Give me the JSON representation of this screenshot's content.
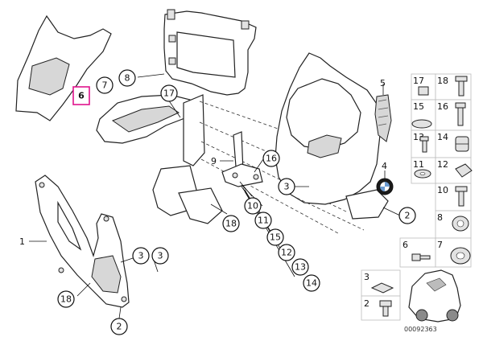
{
  "diagram": {
    "reference_code": "00092363",
    "highlighted_part": "6",
    "highlight_color": "#e0138c",
    "line_color": "#111111",
    "callouts": {
      "c1": "1",
      "c2a": "2",
      "c2b": "2",
      "c3a": "3",
      "c3b": "3",
      "c3c": "3",
      "c4": "4",
      "c5": "5",
      "c6": "6",
      "c7": "7",
      "c8": "8",
      "c9": "9",
      "c10": "10",
      "c11": "11",
      "c12": "12",
      "c13": "13",
      "c14": "14",
      "c15": "15",
      "c16": "16",
      "c17": "17",
      "c18a": "18",
      "c18b": "18"
    },
    "hardware_panel": [
      {
        "label": "17",
        "icon": "nut-icon"
      },
      {
        "label": "18",
        "icon": "screw-icon"
      },
      {
        "label": "15",
        "icon": "washer-icon"
      },
      {
        "label": "16",
        "icon": "screw-icon"
      },
      {
        "label": "13",
        "icon": "screw-icon"
      },
      {
        "label": "14",
        "icon": "grommet-icon"
      },
      {
        "label": "11",
        "icon": "washer-icon"
      },
      {
        "label": "12",
        "icon": "clip-icon"
      },
      {
        "label": "10",
        "icon": "screw-icon"
      },
      {
        "label": "8",
        "icon": "grommet-icon"
      },
      {
        "label": "6",
        "icon": "rivet-icon"
      },
      {
        "label": "7",
        "icon": "grommet-icon"
      },
      {
        "label": "3",
        "icon": "speed-nut-icon"
      },
      {
        "label": "2",
        "icon": "screw-icon"
      }
    ]
  }
}
